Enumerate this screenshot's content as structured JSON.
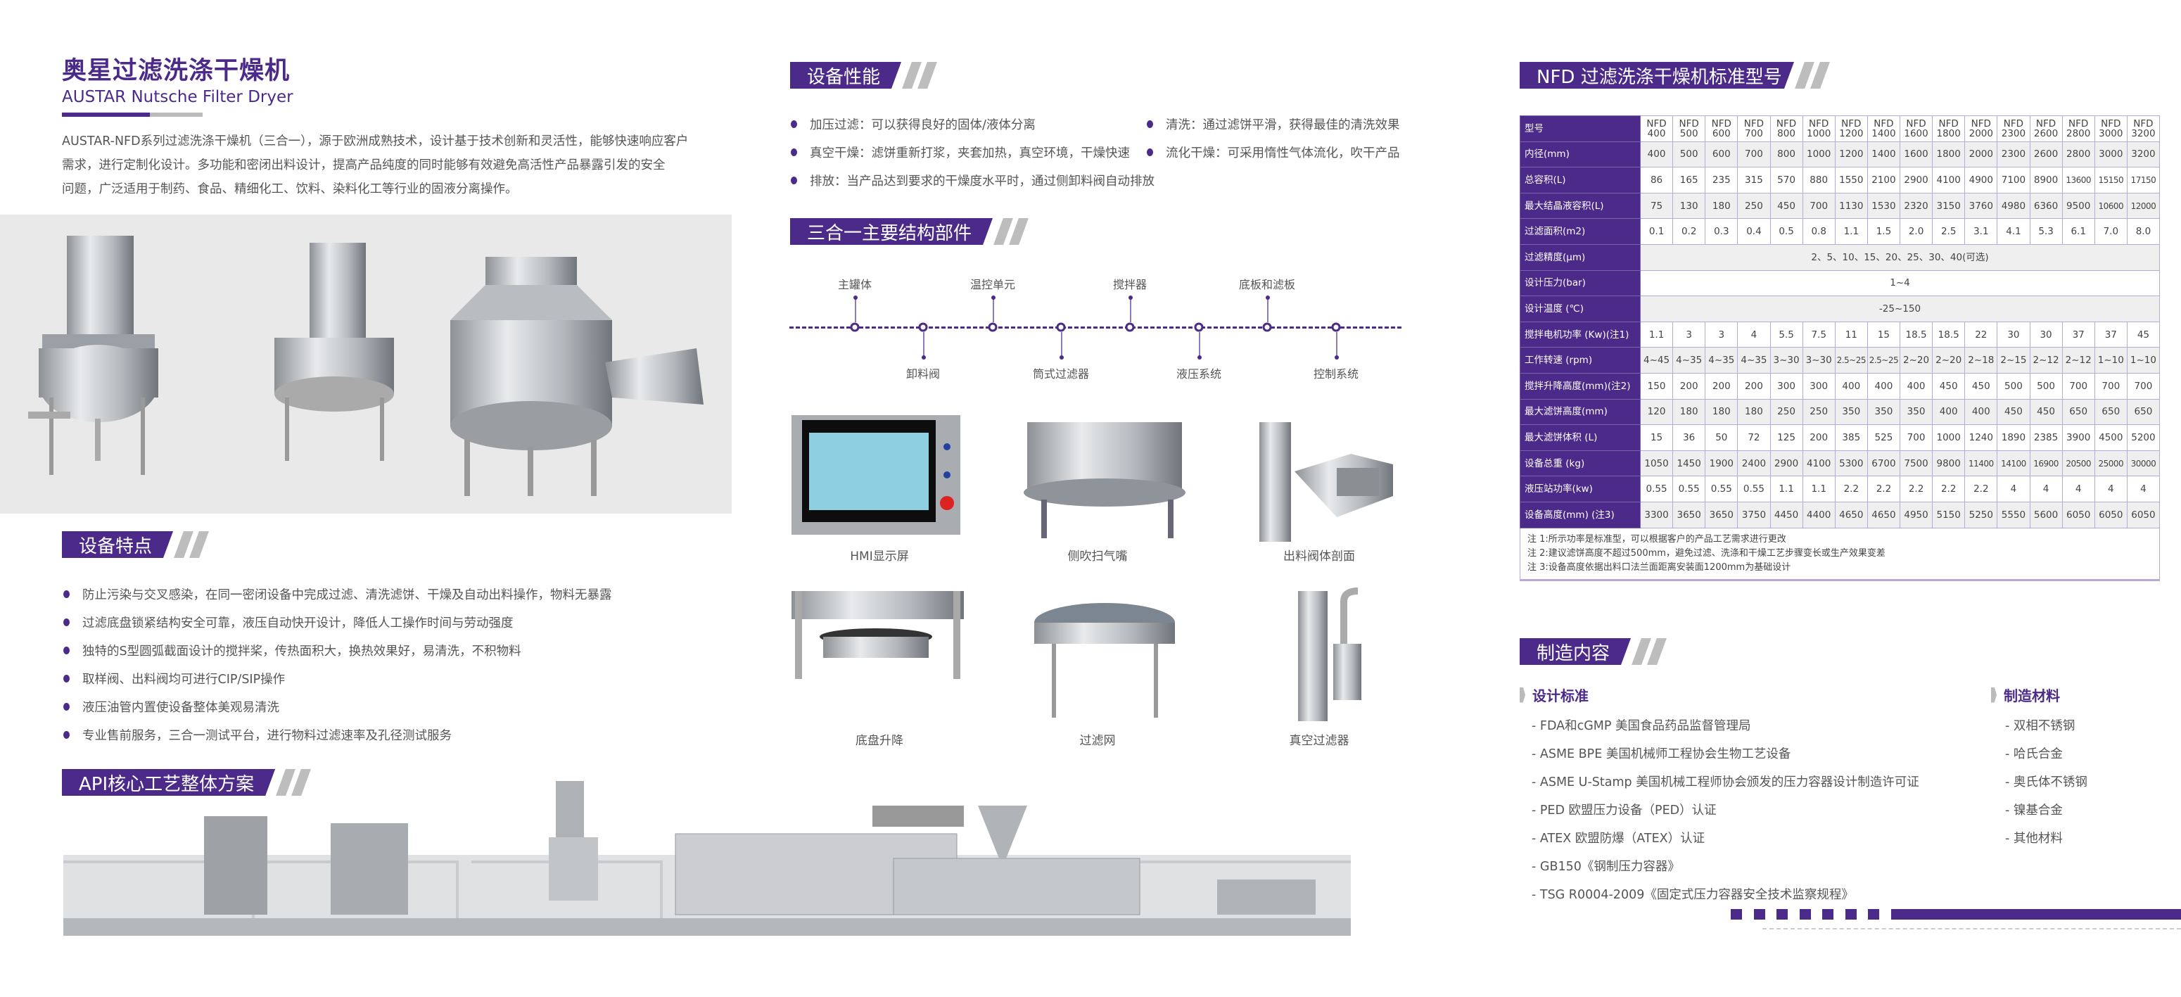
{
  "brand_color": "#4b2a8a",
  "intro": {
    "title": "奥星过滤洗涤干燥机",
    "subtitle": "AUSTAR Nutsche Filter Dryer",
    "paragraph_lines": [
      "AUSTAR-NFD系列过滤洗涤干燥机（三合一），源于欧洲成熟技术，设计基于技术创新和灵活性，能够快速响应客户",
      "需求，进行定制化设计。多功能和密闭出料设计，提高产品纯度的同时能够有效避免高活性产品暴露引发的安全",
      "问题，广泛适用于制药、食品、精细化工、饮料、染料化工等行业的固液分离操作。"
    ]
  },
  "features": {
    "title": "设备特点",
    "items": [
      "防止污染与交叉感染，在同一密闭设备中完成过滤、清洗滤饼、干燥及自动出料操作，物料无暴露",
      "过滤底盘锁紧结构安全可靠，液压自动快开设计，降低人工操作时间与劳动强度",
      "独特的S型圆弧截面设计的搅拌桨，传热面积大，换热效果好，易清洗，不积物料",
      "取样阀、出料阀均可进行CIP/SIP操作",
      "液压油管内置使设备整体美观易清洗",
      "专业售前服务，三合一测试平台，进行物料过滤速率及孔径测试服务"
    ]
  },
  "api": {
    "title": "API核心工艺整体方案"
  },
  "performance": {
    "title": "设备性能",
    "items": [
      "加压过滤：可以获得良好的固体/液体分离",
      "真空干燥：滤饼重新打浆，夹套加热，真空环境，干燥快速",
      "排放：当产品达到要求的干燥度水平时，通过侧卸料阀自动排放",
      "清洗：通过滤饼平滑，获得最佳的清洗效果",
      "流化干燥：可采用惰性气体流化，吹干产品"
    ]
  },
  "structure": {
    "title": "三合一主要结构部件",
    "top": [
      "主罐体",
      "温控单元",
      "搅拌器",
      "底板和滤板"
    ],
    "bottom": [
      "卸料阀",
      "筒式过滤器",
      "液压系统",
      "控制系统"
    ]
  },
  "gallery": {
    "captions": [
      "HMI显示屏",
      "侧吹扫气嘴",
      "出料阀体剖面",
      "底盘升降",
      "过滤网",
      "真空过滤器"
    ]
  },
  "spec": {
    "title": "NFD 过滤洗涤干燥机标准型号",
    "header_label": "型号",
    "models": [
      "NFD 400",
      "NFD 500",
      "NFD 600",
      "NFD 700",
      "NFD 800",
      "NFD 1000",
      "NFD 1200",
      "NFD 1400",
      "NFD 1600",
      "NFD 1800",
      "NFD 2000",
      "NFD 2300",
      "NFD 2600",
      "NFD 2800",
      "NFD 3000",
      "NFD 3200"
    ],
    "rows": [
      {
        "label": "内径(mm)",
        "values": [
          "400",
          "500",
          "600",
          "700",
          "800",
          "1000",
          "1200",
          "1400",
          "1600",
          "1800",
          "2000",
          "2300",
          "2600",
          "2800",
          "3000",
          "3200"
        ]
      },
      {
        "label": "总容积(L)",
        "values": [
          "86",
          "165",
          "235",
          "315",
          "570",
          "880",
          "1550",
          "2100",
          "2900",
          "4100",
          "4900",
          "7100",
          "8900",
          "13600",
          "15150",
          "17150"
        ]
      },
      {
        "label": "最大结晶液容积(L)",
        "values": [
          "75",
          "130",
          "180",
          "250",
          "450",
          "700",
          "1130",
          "1530",
          "2320",
          "3150",
          "3760",
          "4980",
          "6360",
          "9500",
          "10600",
          "12000"
        ]
      },
      {
        "label": "过滤面积(m2)",
        "values": [
          "0.1",
          "0.2",
          "0.3",
          "0.4",
          "0.5",
          "0.8",
          "1.1",
          "1.5",
          "2.0",
          "2.5",
          "3.1",
          "4.1",
          "5.3",
          "6.1",
          "7.0",
          "8.0"
        ]
      },
      {
        "label": "过滤精度(μm)",
        "span": "2、5、10、15、20、25、30、40(可选)"
      },
      {
        "label": "设计压力(bar)",
        "span": "1~4"
      },
      {
        "label": "设计温度 (℃)",
        "span": "-25~150"
      },
      {
        "label": "搅拌电机功率 (Kw)(注1)",
        "values": [
          "1.1",
          "3",
          "3",
          "4",
          "5.5",
          "7.5",
          "11",
          "15",
          "18.5",
          "18.5",
          "22",
          "30",
          "30",
          "37",
          "37",
          "45"
        ]
      },
      {
        "label": "工作转速 (rpm)",
        "values": [
          "4~45",
          "4~35",
          "4~35",
          "4~35",
          "3~30",
          "3~30",
          "2.5~25",
          "2.5~25",
          "2~20",
          "2~20",
          "2~18",
          "2~15",
          "2~12",
          "2~12",
          "1~10",
          "1~10"
        ]
      },
      {
        "label": "搅拌升降高度(mm)(注2)",
        "values": [
          "150",
          "200",
          "200",
          "200",
          "300",
          "300",
          "400",
          "400",
          "400",
          "450",
          "450",
          "500",
          "500",
          "700",
          "700",
          "700"
        ]
      },
      {
        "label": "最大滤饼高度(mm)",
        "values": [
          "120",
          "180",
          "180",
          "180",
          "250",
          "250",
          "350",
          "350",
          "350",
          "400",
          "400",
          "450",
          "450",
          "650",
          "650",
          "650"
        ]
      },
      {
        "label": "最大滤饼体积 (L)",
        "values": [
          "15",
          "36",
          "50",
          "72",
          "125",
          "200",
          "385",
          "525",
          "700",
          "1000",
          "1240",
          "1890",
          "2385",
          "3900",
          "4500",
          "5200"
        ]
      },
      {
        "label": "设备总重 (kg)",
        "values": [
          "1050",
          "1450",
          "1900",
          "2400",
          "2900",
          "4100",
          "5300",
          "6700",
          "7500",
          "9800",
          "11400",
          "14100",
          "16900",
          "20500",
          "25000",
          "30000"
        ]
      },
      {
        "label": "液压站功率(kw)",
        "values": [
          "0.55",
          "0.55",
          "0.55",
          "0.55",
          "1.1",
          "1.1",
          "2.2",
          "2.2",
          "2.2",
          "2.2",
          "2.2",
          "4",
          "4",
          "4",
          "4",
          "4"
        ]
      },
      {
        "label": "设备高度(mm) (注3)",
        "values": [
          "3300",
          "3650",
          "3650",
          "3750",
          "4450",
          "4400",
          "4650",
          "4650",
          "4950",
          "5150",
          "5250",
          "5550",
          "5600",
          "6050",
          "6050",
          "6050"
        ]
      }
    ],
    "notes": [
      "注 1:所示功率是标准型，可以根据客户的产品工艺需求进行更改",
      "注 2:建议滤饼高度不超过500mm，避免过滤、洗涤和干燥工艺步骤变长或生产效果变差",
      "注 3:设备高度依据出料口法兰面距离安装面1200mm为基础设计"
    ]
  },
  "manufacturing": {
    "title": "制造内容",
    "standards_title": "设计标准",
    "standards": [
      "- FDA和cGMP 美国食品药品监督管理局",
      "- ASME BPE 美国机械师工程协会生物工艺设备",
      "- ASME U-Stamp 美国机械工程师协会颁发的压力容器设计制造许可证",
      "- PED 欧盟压力设备（PED）认证",
      "- ATEX 欧盟防爆（ATEX）认证",
      "- GB150《钢制压力容器》",
      "- TSG R0004-2009《固定式压力容器安全技术监察规程》"
    ],
    "materials_title": "制造材料",
    "materials": [
      "- 双相不锈钢",
      "- 哈氏合金",
      "- 奥氏体不锈钢",
      "- 镍基合金",
      "- 其他材料"
    ]
  }
}
